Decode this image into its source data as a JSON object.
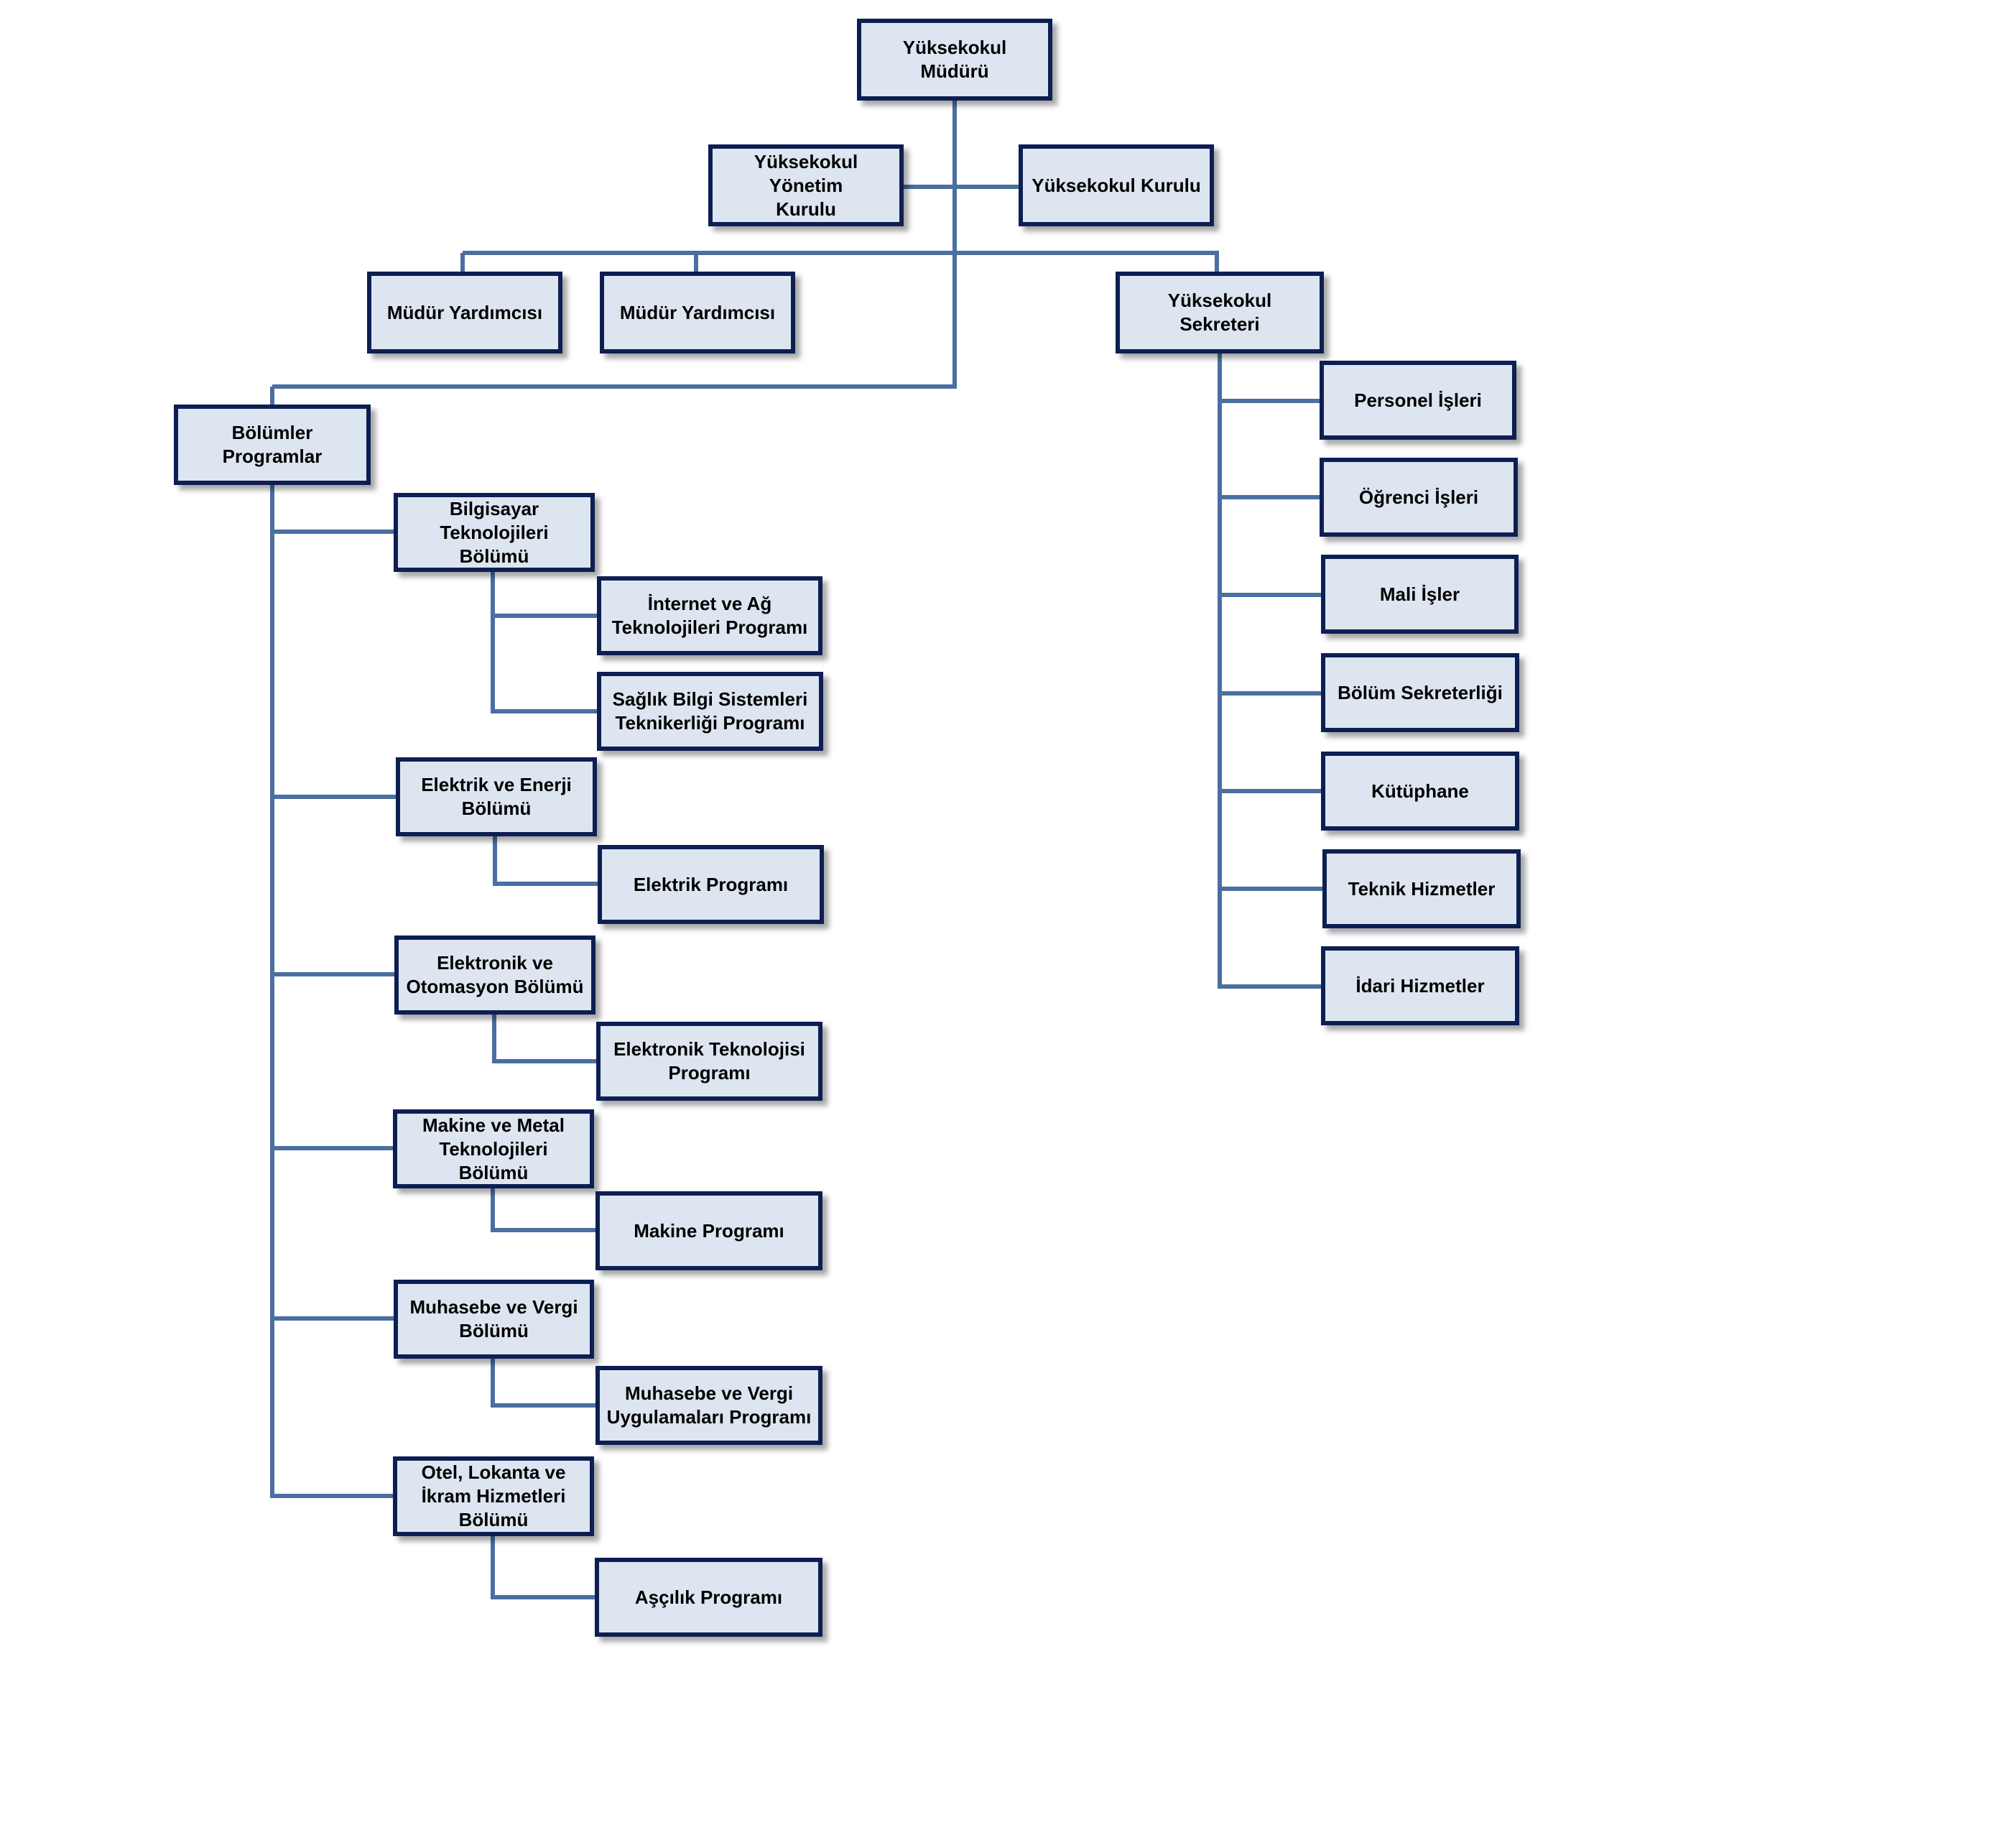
{
  "colors": {
    "line": "#4a6fa0",
    "border": "#0d1f52",
    "fill": "#dde5f0"
  },
  "nodes": {
    "director": "Yüksekokul Müdürü",
    "board_management": "Yüksekokul Yönetim\nKurulu",
    "board": "Yüksekokul Kurulu",
    "deputy_1": "Müdür Yardımcısı",
    "deputy_2": "Müdür Yardımcısı",
    "secretary": "Yüksekokul Sekreteri",
    "departments": "Bölümler\nProgramlar",
    "dept_computer": "Bilgisayar\nTeknolojileri Bölümü",
    "prog_internet": "İnternet ve Ağ\nTeknolojileri Programı",
    "prog_health_info": "Sağlık Bilgi Sistemleri\nTeknikerliği Programı",
    "dept_electric": "Elektrik ve Enerji\nBölümü",
    "prog_electric": "Elektrik Programı",
    "dept_electronics": "Elektronik ve\nOtomasyon Bölümü",
    "prog_electronics": "Elektronik Teknolojisi\nProgramı",
    "dept_machine": "Makine ve Metal\nTeknolojileri Bölümü",
    "prog_machine": "Makine Programı",
    "dept_accounting": "Muhasebe ve Vergi\nBölümü",
    "prog_accounting": "Muhasebe ve Vergi\nUygulamaları Programı",
    "dept_hotel": "Otel, Lokanta ve\nİkram Hizmetleri\nBölümü",
    "prog_cooking": "Aşçılık Programı",
    "office_personnel": "Personel İşleri",
    "office_student": "Öğrenci İşleri",
    "office_finance": "Mali İşler",
    "office_dept_secretary": "Bölüm Sekreterliği",
    "office_library": "Kütüphane",
    "office_technical": "Teknik Hizmetler",
    "office_admin": "İdari Hizmetler"
  }
}
